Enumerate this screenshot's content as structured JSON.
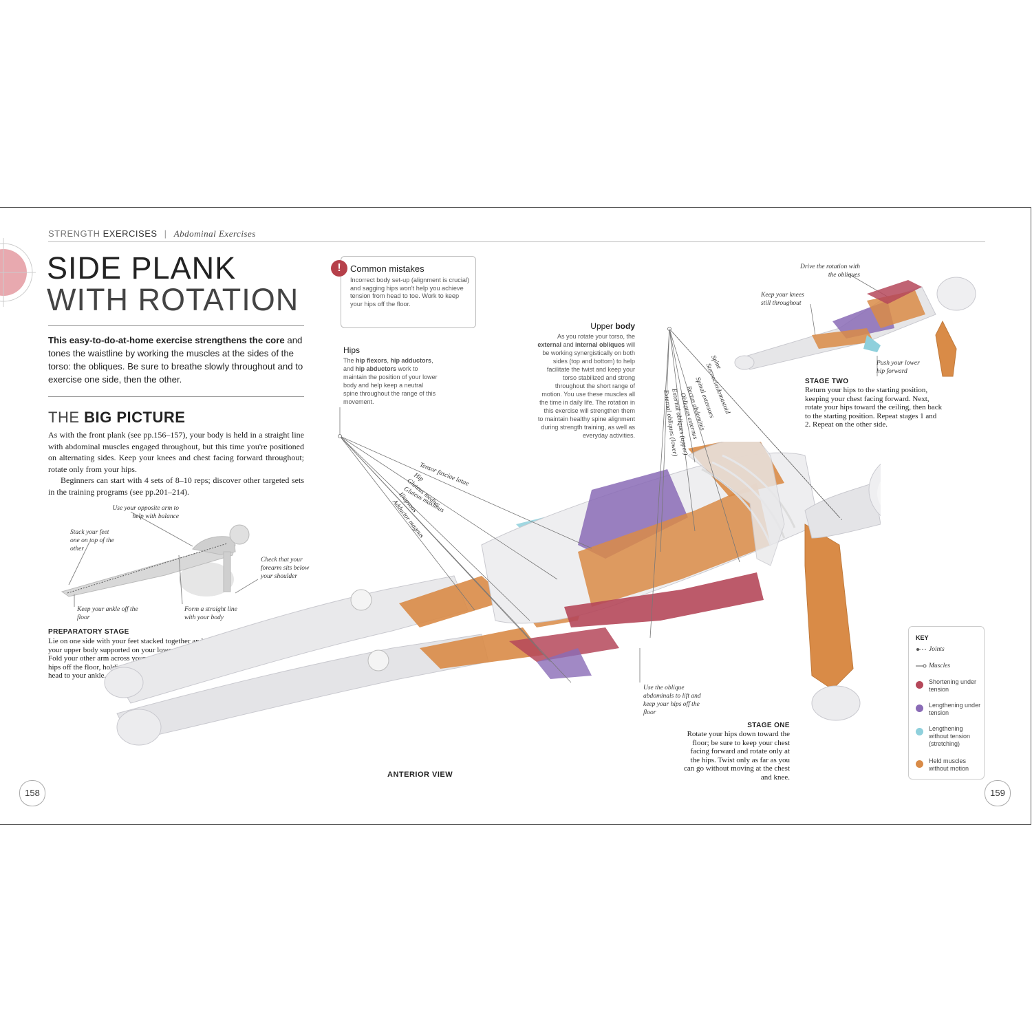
{
  "header": {
    "running_a": "STRENGTH",
    "running_b": "EXERCISES",
    "separator": "|",
    "running_c": "Abdominal Exercises"
  },
  "title": {
    "line1": "SIDE PLANK",
    "line2": "WITH ROTATION"
  },
  "intro": {
    "bold": "This easy-to-do-at-home exercise strengthens the core",
    "rest": " and tones the waistline by working the muscles at the sides of the torso: the obliques. Be sure to breathe slowly throughout and to exercise one side, then the other."
  },
  "big_picture": {
    "title_a": "THE",
    "title_b": "BIG PICTURE",
    "para1": "As with the front plank (see pp.156–157), your body is held in a straight line with abdominal muscles engaged throughout, but this time you're positioned on alternating sides. Keep your knees and chest facing forward throughout; rotate only from your hips.",
    "para2": "Beginners can start with 4 sets of 8–10 reps; discover other targeted sets in the training programs (see pp.201–214)."
  },
  "prep_figure": {
    "label_arm": "Use your opposite arm to help with balance",
    "label_feet": "Stack your feet one on top of the other",
    "label_forearm": "Check that your forearm sits below your shoulder",
    "label_ankle": "Keep your ankle off the floor",
    "label_line": "Form a straight line with your body",
    "stage_title": "PREPARATORY STAGE",
    "stage_text": "Lie on one side with your feet stacked together and your upper body supported on your lower forearm. Fold your other arm across your chest. Lift your hips off the floor, holding a straight line from your head to your ankle."
  },
  "common_mistakes": {
    "icon": "!",
    "title": "Common mistakes",
    "text": "Incorrect body set-up (alignment is crucial) and sagging hips won't help you achieve tension from head to toe. Work to keep your hips off the floor."
  },
  "hips": {
    "title": "Hips",
    "t1": "The ",
    "b1": "hip flexors",
    "t2": ", ",
    "b2": "hip adductors",
    "t3": ", and ",
    "b3": "hip abductors",
    "t4": " work to maintain the position of your lower body and help keep a neutral spine throughout the range of this movement.",
    "labels": [
      "Tensor fasciae latae",
      "Hip",
      "Gluteus medius",
      "Gluteus maximus",
      "Iliopsoas",
      "Adductor magnus"
    ]
  },
  "upper_body": {
    "title_a": "Upper",
    "title_b": "body",
    "t1": "As you rotate your torso, the ",
    "b1": "external",
    "t2": " and ",
    "b2": "internal obliques",
    "t3": " will be working synergistically on both sides (top and bottom) to help facilitate the twist and keep your torso stabilized and strong throughout the short range of motion. You use these muscles all the time in daily life. The rotation in this exercise will strengthen them to maintain healthy spine alignment during strength training, as well as everyday activities.",
    "labels": [
      "Spine",
      "Sternocleidomastoid",
      "Spinal extensors",
      "Rectus abdominis",
      "Obliquus externus",
      "External obliques (upper)",
      "External obliques (lower)"
    ]
  },
  "stage_two": {
    "label_drive": "Drive the rotation with the obliques",
    "label_knees": "Keep your knees still throughout",
    "label_push": "Push your lower hip forward",
    "title": "STAGE TWO",
    "text": "Return your hips to the starting position, keeping your chest facing forward. Next, rotate your hips toward the ceiling, then back to the starting position. Repeat stages 1 and 2. Repeat on the other side."
  },
  "stage_one": {
    "label_oblique": "Use the oblique abdominals to lift and keep your hips off the floor",
    "title": "STAGE ONE",
    "text": "Rotate your hips down toward the floor; be sure to keep your chest facing forward and rotate only at the hips. Twist only as far as you can go without moving at the chest and knee."
  },
  "key": {
    "title": "KEY",
    "joints": "Joints",
    "muscles": "Muscles",
    "items": [
      {
        "label": "Shortening under tension",
        "color": "#b5485a"
      },
      {
        "label": "Lengthening under tension",
        "color": "#8a6bb6"
      },
      {
        "label": "Lengthening without tension (stretching)",
        "color": "#8fd0dc"
      },
      {
        "label": "Held muscles without motion",
        "color": "#d98b47"
      }
    ]
  },
  "view_label": "ANTERIOR VIEW",
  "pages": {
    "left": "158",
    "right": "159"
  },
  "colors": {
    "accent_pink": "#e8a9af",
    "shortening": "#b5485a",
    "lengthening": "#8a6bb6",
    "stretching": "#8fd0dc",
    "held": "#d98b47"
  }
}
